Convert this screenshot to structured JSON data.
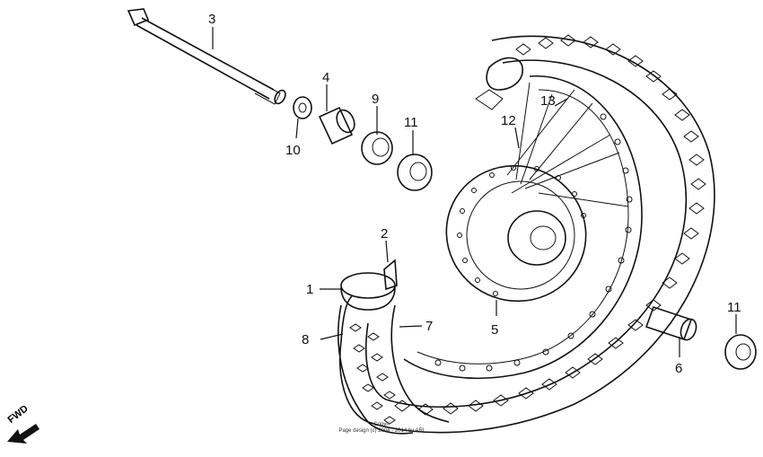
{
  "labels": {
    "c1": "1",
    "c2": "2",
    "c3": "3",
    "c4": "4",
    "c5": "5",
    "c6": "6",
    "c7": "7",
    "c8": "8",
    "c9": "9",
    "c10": "10",
    "c11a": "11",
    "c11b": "11",
    "c12": "12",
    "c13": "13"
  },
  "direction": "FWD",
  "copyright": {
    "line1": "Copyri",
    "line2": "Page design (c) 2004 - 2014 by ARI"
  }
}
